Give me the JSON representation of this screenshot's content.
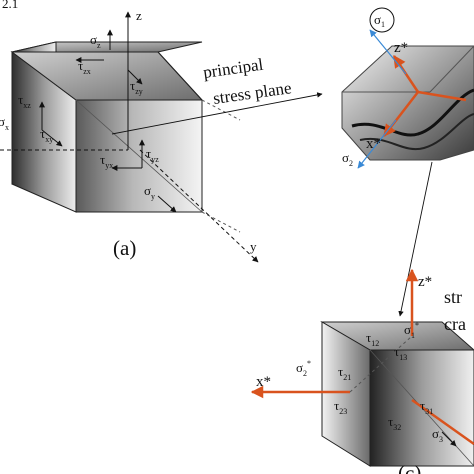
{
  "header": {
    "fragment": "2.1"
  },
  "cube_a": {
    "axes": {
      "z": "z",
      "y": "y"
    },
    "symbols": {
      "sigma": "σ",
      "tau": "τ",
      "sigma_z_sub": "z",
      "sigma_y_sub": "y",
      "sigma_x_sub": "x",
      "tau_zx_sub": "zx",
      "tau_zy_sub": "zy",
      "tau_xz_sub": "xz",
      "tau_xy_sub": "xy",
      "tau_yx_sub": "yx",
      "tau_yz_sub": "yz"
    },
    "caption": "(a)"
  },
  "principal_plane": {
    "line1": "principal",
    "line2": "stress plane"
  },
  "crack_view": {
    "sigma": "σ",
    "sigma1_sub": "1",
    "sigma2_sub": "2",
    "z_star": "z*",
    "x_star": "x*"
  },
  "cube_b": {
    "z_star": "z*",
    "x_star": "x*",
    "partial_text_line1": "str",
    "partial_text_line2": "cra",
    "symbols": {
      "sigma": "σ",
      "tau": "τ",
      "star": "*",
      "sigma1_sub": "1",
      "sigma2_sub": "2",
      "sigma3_sub": "3",
      "tau12_sub": "12",
      "tau13_sub": "13",
      "tau21_sub": "21",
      "tau23_sub": "23",
      "tau31_sub": "31",
      "tau32_sub": "32"
    },
    "caption_partial": "(c)"
  },
  "colors": {
    "accent_orange": "#d9531e",
    "sigma_blue": "#3a8ad6",
    "line": "#111111"
  }
}
